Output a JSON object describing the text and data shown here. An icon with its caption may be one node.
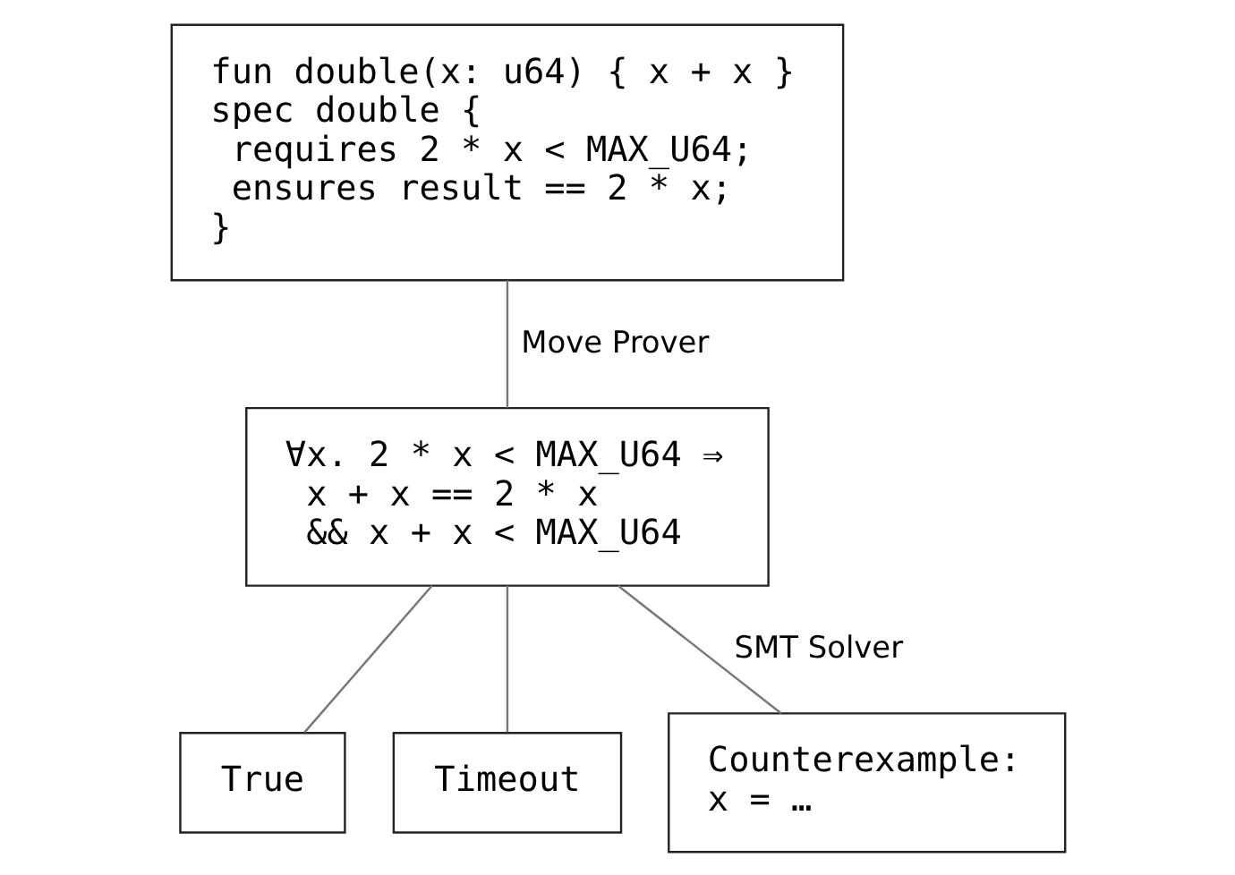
{
  "diagram": {
    "nodes": [
      {
        "text": [
          "fun double(x: u64) { x + x }",
          "spec double {",
          "  requires 2 * x < MAX_U64;",
          "  ensures result == 2 * x;",
          "}"
        ]
      },
      {
        "text": [
          "∀x. 2 * x < MAX_U64 ⇒",
          "  x + x == 2 * x",
          "  && x + x < MAX_U64"
        ]
      },
      {
        "text": [
          "True"
        ]
      },
      {
        "text": [
          "Timeout"
        ]
      },
      {
        "text": [
          "Counterexample:",
          "x = …"
        ]
      }
    ],
    "edges": [
      {
        "from": 0,
        "to": 1,
        "arrow": "none",
        "label": "Move Prover"
      },
      {
        "from": 1,
        "to": 2,
        "arrow": "none"
      },
      {
        "from": 1,
        "to": 3,
        "arrow": "none"
      },
      {
        "from": 1,
        "to": 4,
        "arrow": "none",
        "label": "SMT Solver"
      }
    ]
  }
}
